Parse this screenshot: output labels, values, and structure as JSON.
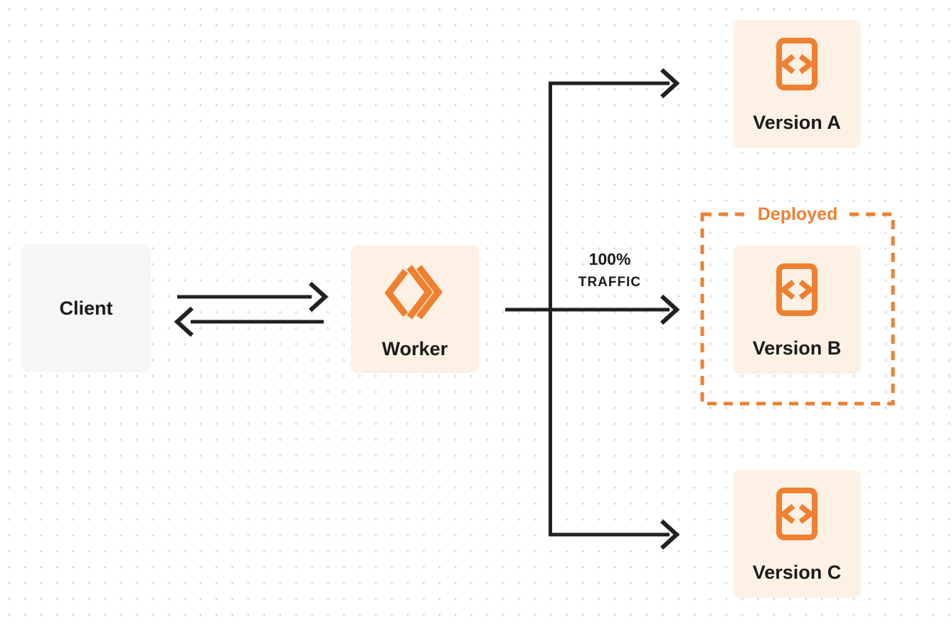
{
  "diagram": {
    "title": "worker-traffic-deployment-diagram",
    "nodes": {
      "client": {
        "label": "Client"
      },
      "worker": {
        "label": "Worker",
        "icon": "cloudflare-workers-logo-icon"
      },
      "version_a": {
        "label": "Version A",
        "icon": "code-file-icon"
      },
      "version_b": {
        "label": "Version B",
        "icon": "code-file-icon"
      },
      "version_c": {
        "label": "Version C",
        "icon": "code-file-icon"
      }
    },
    "edges": {
      "client_worker": "bidirectional-arrows",
      "worker_to_version_a": "arrow",
      "worker_to_version_b": "arrow",
      "worker_to_version_c": "arrow",
      "traffic_label_line1": "100%",
      "traffic_label_line2": "TRAFFIC"
    },
    "annotations": {
      "deployed_label": "Deployed"
    },
    "colors": {
      "accent_orange": "#EE8030",
      "node_cream": "#FCF1E4",
      "client_gray": "#F5F6F7",
      "connector_dark": "#212121",
      "text_dark": "#1B1B1B",
      "grid_dot": "#DEDEDE"
    }
  }
}
